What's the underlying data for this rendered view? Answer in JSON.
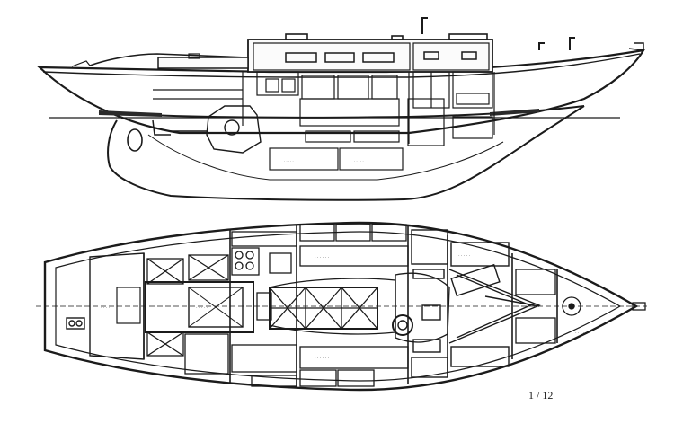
{
  "drawing": {
    "type": "sailboat accommodation plan",
    "views": [
      "profile",
      "plan"
    ],
    "ink_color": "#1b1b1b",
    "paper_color": "#ffffff",
    "faint_mark": "1 / 12"
  }
}
